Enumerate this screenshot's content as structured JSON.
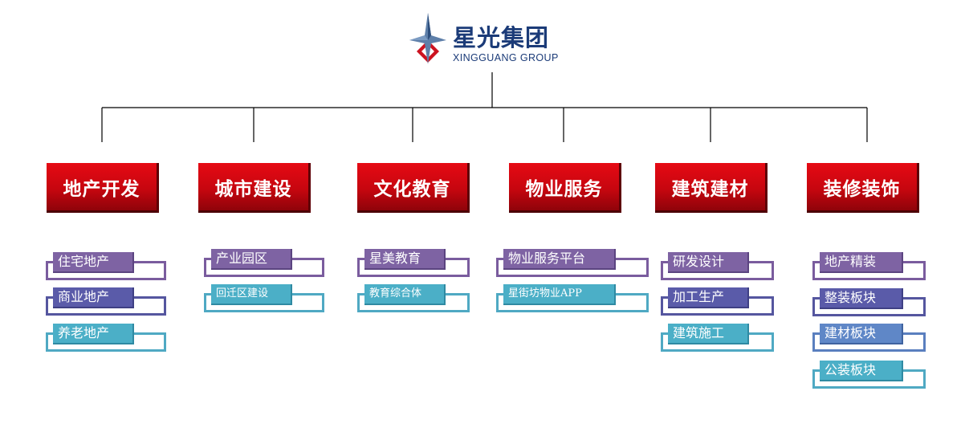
{
  "logo": {
    "name": "星光集团",
    "subtitle": "XINGGUANG GROUP"
  },
  "categories": [
    {
      "title": "地产开发",
      "items": [
        "住宅地产",
        "商业地产",
        "养老地产"
      ]
    },
    {
      "title": "城市建设",
      "items": [
        "产业园区",
        "回迁区建设"
      ]
    },
    {
      "title": "文化教育",
      "items": [
        "星美教育",
        "教育综合体"
      ]
    },
    {
      "title": "物业服务",
      "items": [
        "物业服务平台",
        "星街坊物业APP"
      ]
    },
    {
      "title": "建筑建材",
      "items": [
        "研发设计",
        "加工生产",
        "建筑施工"
      ]
    },
    {
      "title": "装修装饰",
      "items": [
        "地产精装",
        "整装板块",
        "建材板块",
        "公装板块"
      ]
    }
  ],
  "colors": {
    "category_red": "#d0070f",
    "brand_navy": "#1b3b78",
    "purple": "#7e63a3",
    "indigo": "#5a5ba9",
    "blue": "#5f87c7",
    "teal": "#4bafc7"
  }
}
